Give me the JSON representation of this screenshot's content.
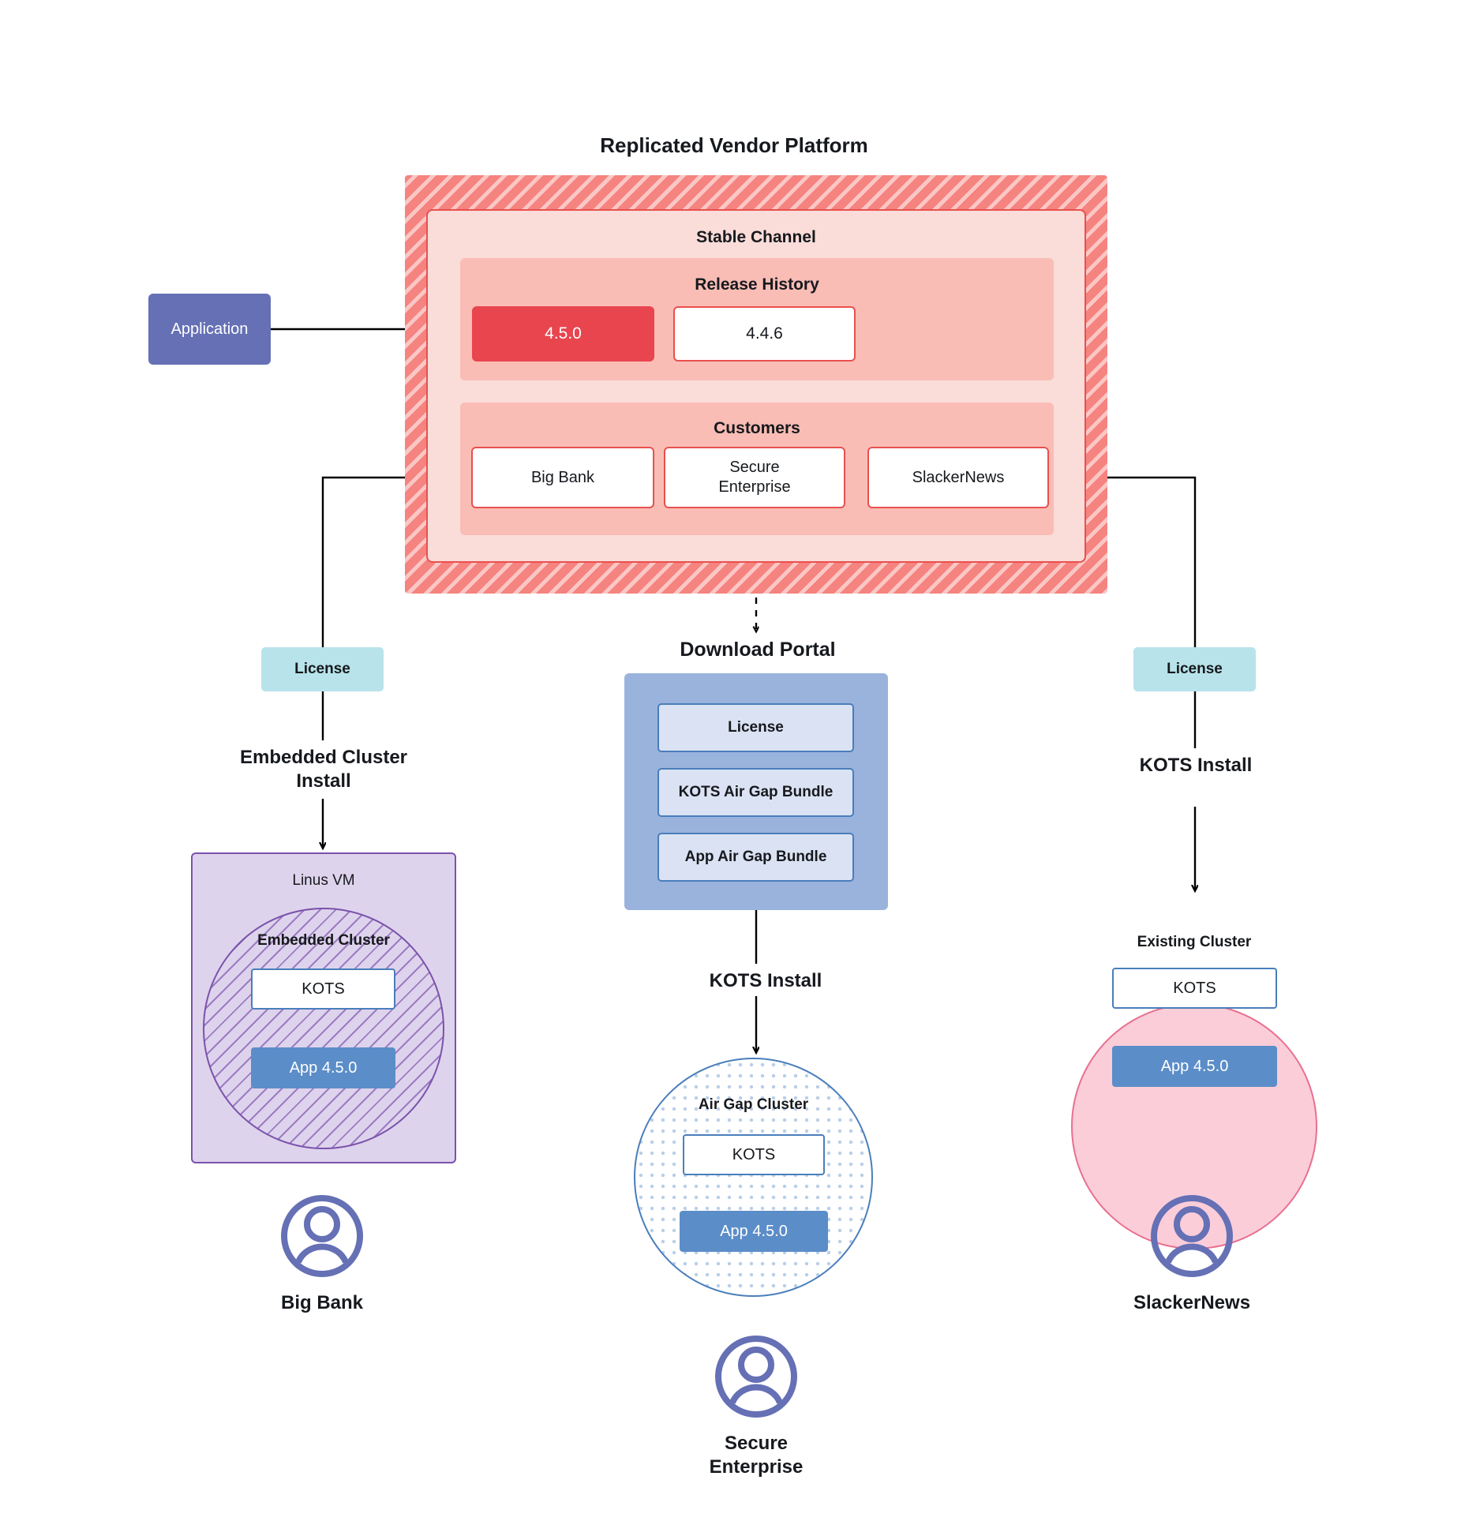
{
  "platform": {
    "title": "Replicated Vendor Platform",
    "channel_title": "Stable Channel",
    "release_history_title": "Release History",
    "releases": [
      {
        "version": "4.5.0",
        "state": "current"
      },
      {
        "version": "4.4.6",
        "state": "previous"
      }
    ],
    "customers_title": "Customers",
    "customers": [
      {
        "name": "Big Bank"
      },
      {
        "name": "Secure\nEnterprise"
      },
      {
        "name": "SlackerNews"
      }
    ]
  },
  "source": {
    "application_label": "Application"
  },
  "licenses": {
    "left_label": "License",
    "right_label": "License"
  },
  "flows": {
    "embedded_cluster_install": "Embedded Cluster\nInstall",
    "kots_install_right": "KOTS Install",
    "kots_install_center": "KOTS Install",
    "download_portal_title": "Download  Portal"
  },
  "download_portal": {
    "items": [
      {
        "label": "License"
      },
      {
        "label": "KOTS Air Gap Bundle"
      },
      {
        "label": "App Air Gap Bundle"
      }
    ]
  },
  "embedded_env": {
    "host_label": "Linus VM",
    "cluster_label": "Embedded Cluster",
    "kots_label": "KOTS",
    "app_label": "App 4.5.0"
  },
  "airgap_env": {
    "cluster_label": "Air Gap Cluster",
    "kots_label": "KOTS",
    "app_label": "App 4.5.0"
  },
  "existing_env": {
    "cluster_label": "Existing Cluster",
    "kots_label": "KOTS",
    "app_label": "App 4.5.0"
  },
  "personas": [
    {
      "name": "Big Bank",
      "icon": "user-avatar-icon"
    },
    {
      "name": "Secure\nEnterprise",
      "icon": "user-avatar-icon"
    },
    {
      "name": "SlackerNews",
      "icon": "user-avatar-icon"
    }
  ],
  "colors": {
    "platform_hatch": "#f5837f",
    "channel_bg": "#fadcd9",
    "panel_bg": "#f9bdb5",
    "release_current": "#e8454f",
    "border_red": "#e8504f",
    "application": "#6570b5",
    "license": "#b8e3ea",
    "portal": "#9ab3dd",
    "portal_item": "#dbe2f3",
    "kots_border": "#4a7ebb",
    "app_box": "#5b8dc8",
    "linux_vm": "#ded3ec",
    "embedded_border": "#7a52ab",
    "existing_cluster": "#fbcdd9",
    "existing_border": "#e8708f",
    "persona": "#6570b5"
  }
}
